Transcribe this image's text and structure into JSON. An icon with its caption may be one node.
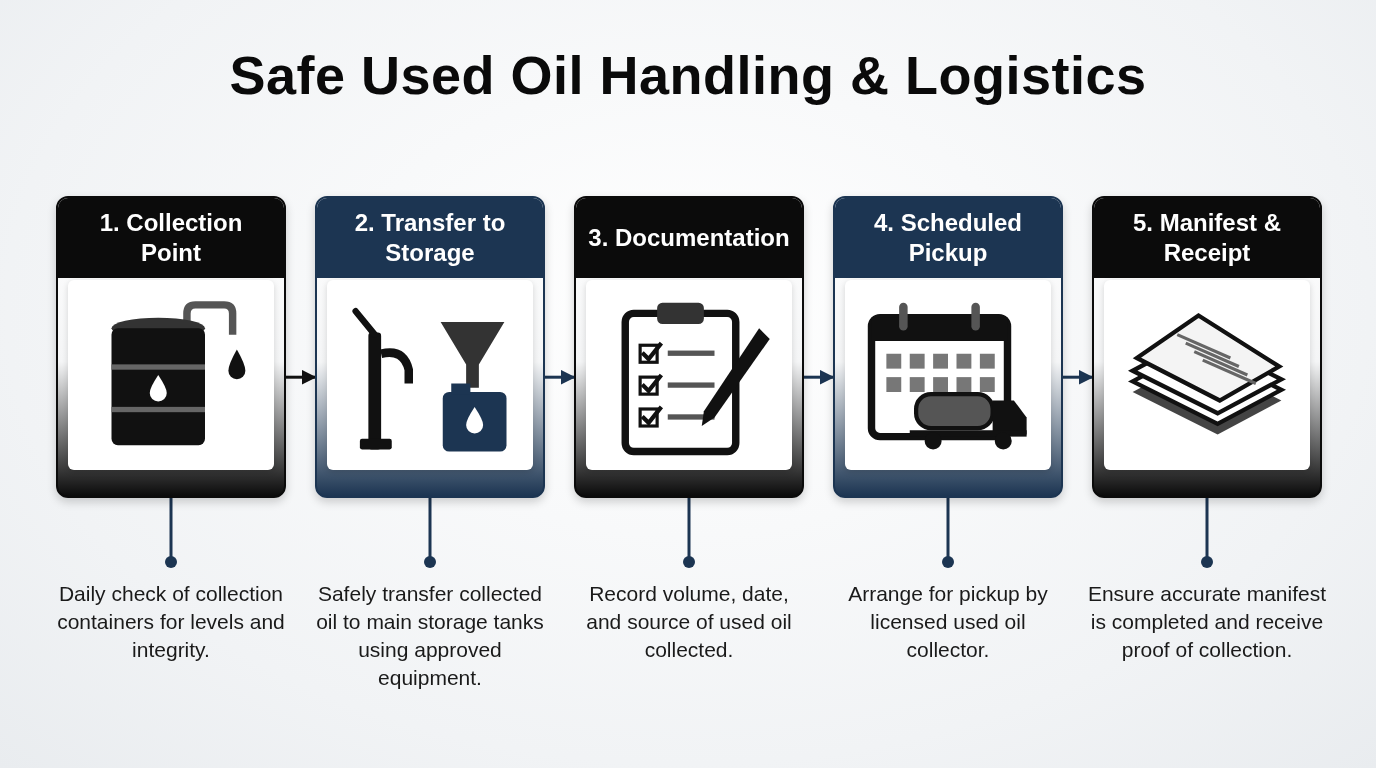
{
  "diagram": {
    "title": "Safe Used Oil Handling & Logistics",
    "nodes": [
      {
        "text": [
          "1. Collection Point"
        ]
      },
      {
        "text": [
          "2. Transfer to Storage"
        ]
      },
      {
        "text": [
          "3. Documentation"
        ]
      },
      {
        "text": [
          "4. Scheduled Pickup"
        ]
      },
      {
        "text": [
          "5. Manifest & Receipt"
        ]
      },
      {
        "text": [
          "Daily check of collection containers for levels and integrity."
        ]
      },
      {
        "text": [
          "Safely transfer collected oil to main storage tanks using approved equipment."
        ]
      },
      {
        "text": [
          "Record volume, date, and source of used oil collected."
        ]
      },
      {
        "text": [
          "Arrange for pickup by licensed used oil collector."
        ]
      },
      {
        "text": [
          "Ensure accurate manifest is completed and receive proof of collection."
        ]
      }
    ],
    "edges": [
      {
        "from": 0,
        "to": 1,
        "arrow": "to",
        "color": "#111111"
      },
      {
        "from": 1,
        "to": 2,
        "arrow": "to"
      },
      {
        "from": 2,
        "to": 3,
        "arrow": "to"
      },
      {
        "from": 3,
        "to": 4,
        "arrow": "to"
      },
      {
        "from": 0,
        "to": 5,
        "arrow": "other"
      },
      {
        "from": 1,
        "to": 6,
        "arrow": "other"
      },
      {
        "from": 2,
        "to": 7,
        "arrow": "other"
      },
      {
        "from": 3,
        "to": 8,
        "arrow": "other"
      },
      {
        "from": 4,
        "to": 9,
        "arrow": "other"
      }
    ]
  }
}
